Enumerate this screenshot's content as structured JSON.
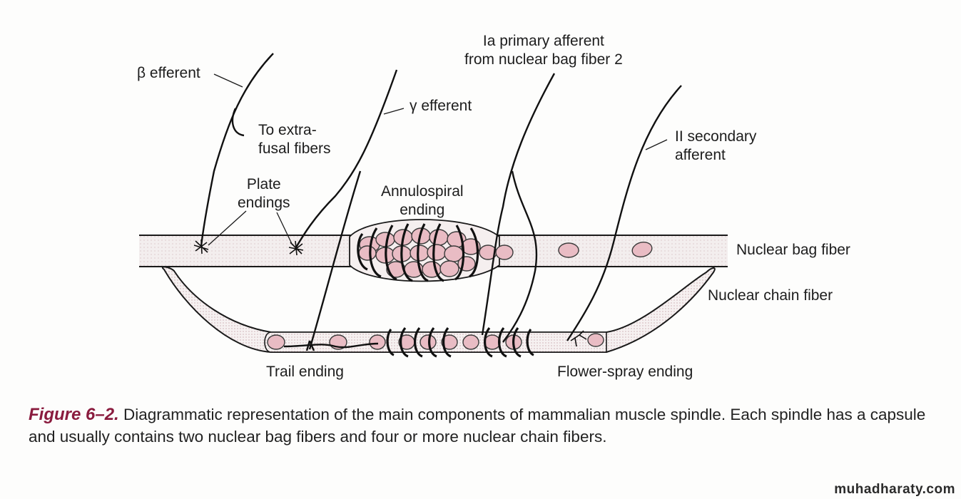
{
  "labels": {
    "beta_efferent": "β efferent",
    "to_extrafusal": "To extra-\nfusal fibers",
    "plate_endings": "Plate\nendings",
    "gamma_efferent": "γ efferent",
    "ia_afferent": "Ia primary afferent\nfrom nuclear bag fiber 2",
    "annulospiral": "Annulospiral\nending",
    "ii_secondary": "II secondary\nafferent",
    "nuclear_bag": "Nuclear bag fiber",
    "nuclear_chain": "Nuclear chain fiber",
    "trail_ending": "Trail ending",
    "flower_spray": "Flower-spray ending"
  },
  "caption": {
    "figure_label": "Figure 6–2.",
    "text": "Diagrammatic representation of the main components of mammalian muscle spindle. Each spindle has a capsule and usually contains two nuclear bag fibers and four or more nuclear chain fibers."
  },
  "watermark": "muhadharaty.com",
  "colors": {
    "nucleus_fill": "#e9bcc4",
    "nucleus_stroke": "#3a3a3a",
    "line": "#1a1a1a",
    "fiber_fill": "#f4efee",
    "caption_accent": "#8a1b3e"
  }
}
